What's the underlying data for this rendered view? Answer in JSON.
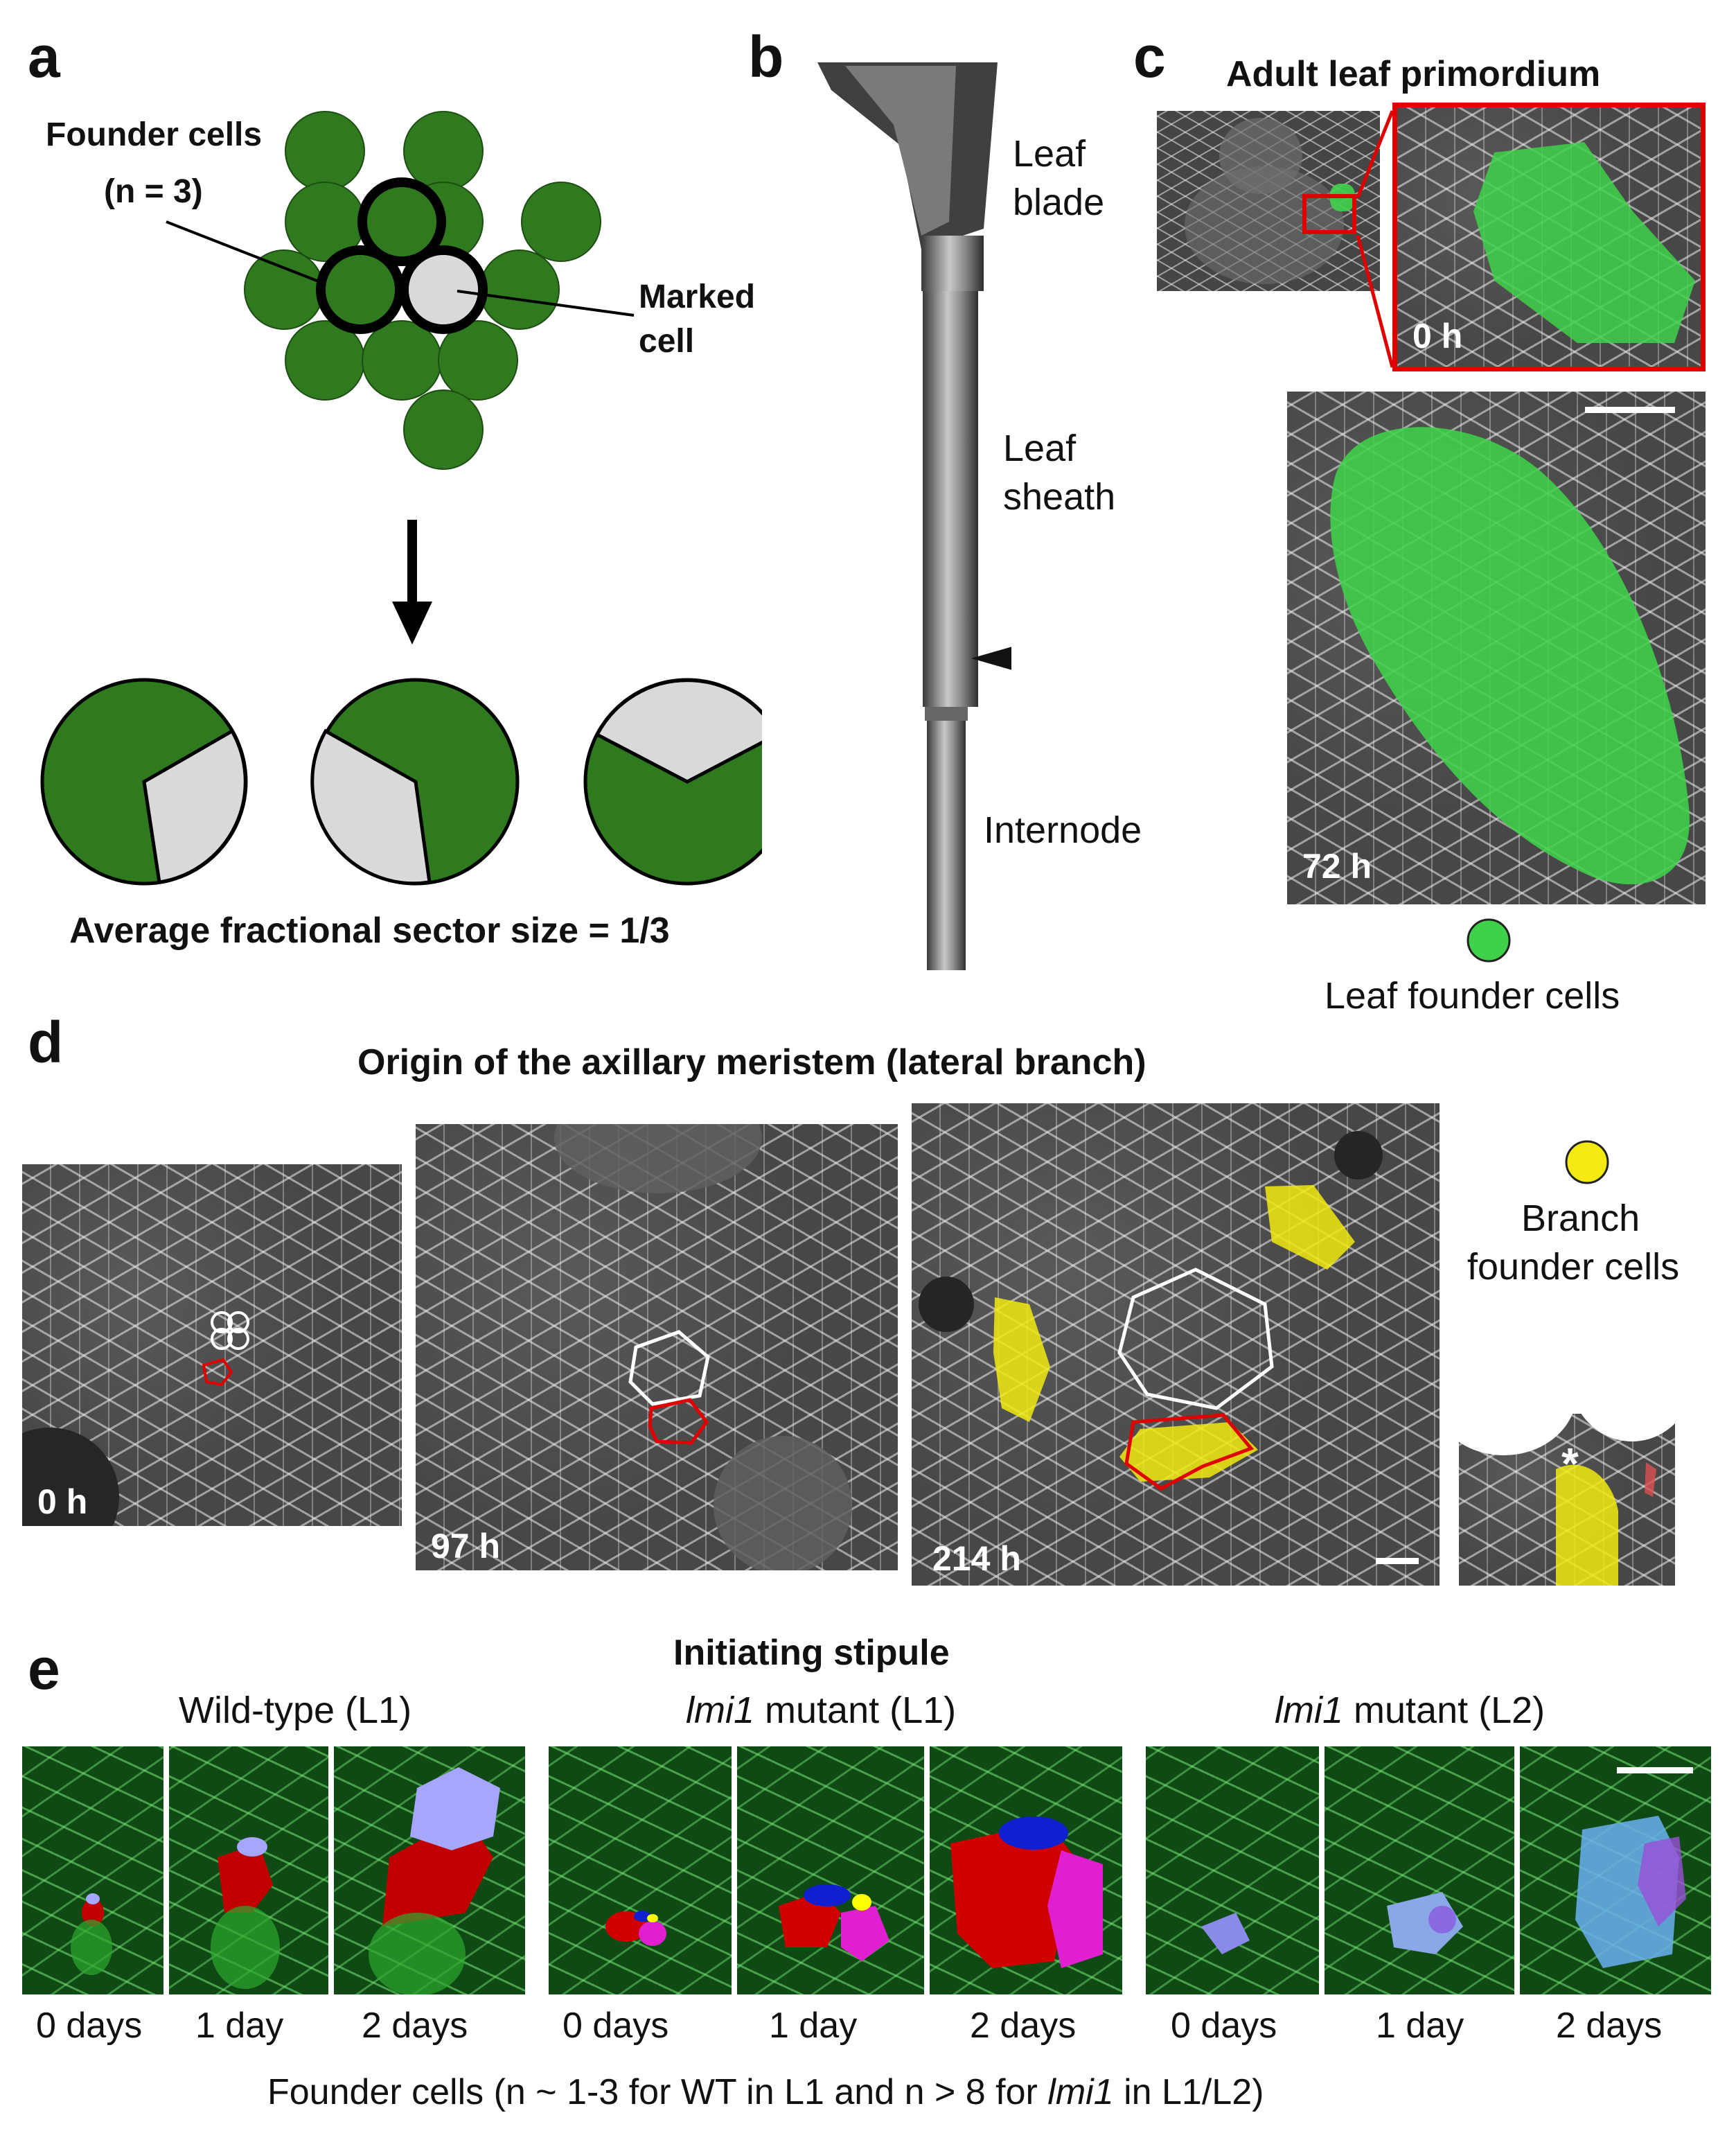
{
  "panel_a": {
    "label": "a",
    "founder_cells": "Founder cells",
    "founder_n": "(n = 3)",
    "marked_line1": "Marked",
    "marked_line2": "cell",
    "average": "Average fractional sector size = 1/3",
    "colors": {
      "green": "#2f7a1e",
      "gray": "#d9d9d9",
      "outline": "#000000"
    }
  },
  "panel_b": {
    "label": "b",
    "leaf_blade_1": "Leaf",
    "leaf_blade_2": "blade",
    "leaf_sheath_1": "Leaf",
    "leaf_sheath_2": "sheath",
    "internode": "Internode"
  },
  "panel_c": {
    "label": "c",
    "title": "Adult leaf primordium",
    "t0": "0 h",
    "t72": "72 h",
    "legend": "Leaf founder cells",
    "colors": {
      "founder": "#3fd14a",
      "box": "#e00000"
    }
  },
  "panel_d": {
    "label": "d",
    "title": "Origin of the axillary meristem (lateral branch)",
    "times": [
      "0 h",
      "97 h",
      "214 h"
    ],
    "legend_line1": "Branch",
    "legend_line2": "founder cells",
    "asterisk": "*",
    "colors": {
      "branch": "#f2ea10",
      "outline": "#e00000"
    }
  },
  "panel_e": {
    "label": "e",
    "title": "Initiating stipule",
    "groups": [
      {
        "italic": "",
        "rest": "Wild-type (L1)"
      },
      {
        "italic": "lmi1",
        "rest": " mutant (L1)"
      },
      {
        "italic": "lmi1",
        "rest": " mutant (L2)"
      }
    ],
    "days": [
      "0 days",
      "1 day",
      "2 days",
      "0 days",
      "1 day",
      "2 days",
      "0 days",
      "1 day",
      "2 days"
    ],
    "caption_part1": "Founder cells (n ~ 1-3 for WT in L1 and n > 8 for ",
    "caption_italic": "lmi1",
    "caption_part2": " in L1/L2)"
  }
}
